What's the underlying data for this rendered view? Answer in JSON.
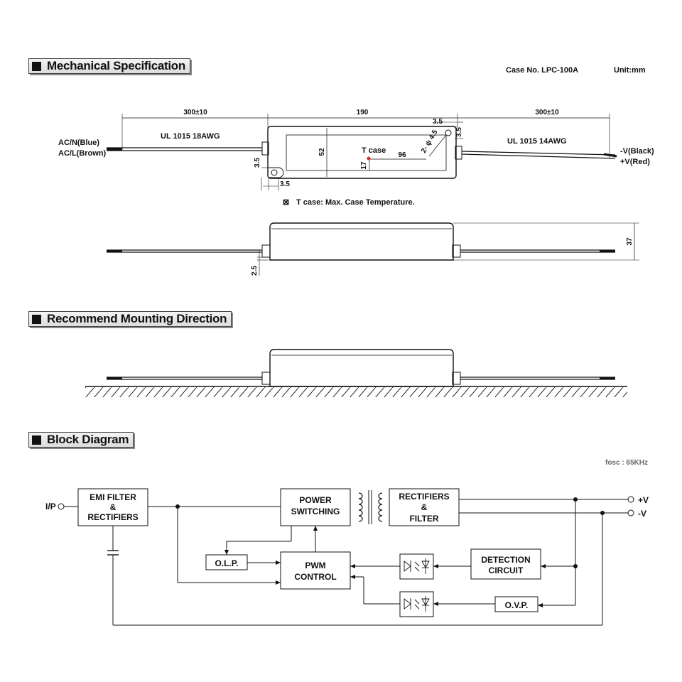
{
  "sections": {
    "mechanical": "Mechanical Specification",
    "mounting": "Recommend Mounting Direction",
    "block": "Block Diagram"
  },
  "case_info": {
    "case_no": "Case No. LPC-100A",
    "unit": "Unit:mm"
  },
  "dimensions": {
    "left_cable_len": "300±10",
    "body_len": "190",
    "right_cable_len": "300±10",
    "corner_a": "3.5",
    "corner_b": "3.5",
    "tab_h": "3.5",
    "tab_w": "3.5",
    "height": "52",
    "hole_label": "2- ψ 4.5",
    "tcase_x": "96",
    "tcase_y": "17",
    "thickness": "37",
    "base_offset": "2.5"
  },
  "wires": {
    "ac_n": "AC/N(Blue)",
    "ac_l": "AC/L(Brown)",
    "left_cable": "UL 1015 18AWG",
    "right_cable": "UL 1015 14AWG",
    "neg_out": "-V(Black)",
    "pos_out": "+V(Red)"
  },
  "tcase": {
    "marker": "T case",
    "note_mark": "⊠",
    "note": "T case: Max. Case Temperature."
  },
  "block_diagram": {
    "fosc": "fosc : 65KHz",
    "ip": "I/P",
    "emi_1": "EMI FILTER",
    "emi_2": "&",
    "emi_3": "RECTIFIERS",
    "power_1": "POWER",
    "power_2": "SWITCHING",
    "rect_1": "RECTIFIERS",
    "rect_2": "&",
    "rect_3": "FILTER",
    "pwm_1": "PWM",
    "pwm_2": "CONTROL",
    "olp": "O.L.P.",
    "detect_1": "DETECTION",
    "detect_2": "CIRCUIT",
    "ovp": "O.V.P.",
    "out_pos": "+V",
    "out_neg": "-V"
  }
}
